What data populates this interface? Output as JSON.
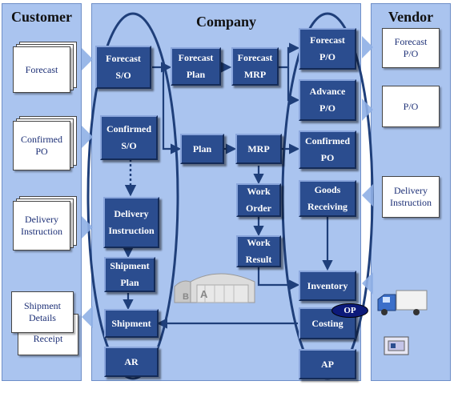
{
  "columns": {
    "customer": "Customer",
    "company": "Company",
    "vendor": "Vendor"
  },
  "customer_docs": {
    "forecast": "Forecast",
    "confirmed_po": "Confirmed\nPO",
    "delivery_instruction": "Delivery\nInstruction",
    "shipment_details": "Shipment\nDetails",
    "receipt": "Receipt"
  },
  "sales": {
    "forecast_so": "Forecast\nS/O",
    "confirmed_so": "Confirmed\nS/O",
    "delivery_instruction": "Delivery\nInstruction",
    "shipment_plan": "Shipment\nPlan",
    "shipment": "Shipment",
    "ar": "AR"
  },
  "planning": {
    "forecast_plan": "Forecast\nPlan",
    "forecast_mrp": "Forecast\nMRP",
    "plan": "Plan",
    "mrp": "MRP",
    "work_order": "Work\nOrder",
    "work_result": "Work\nResult"
  },
  "purchasing": {
    "forecast_po": "Forecast\nP/O",
    "advance_po": "Advance\nP/O",
    "confirmed_po": "Confirmed\nPO",
    "goods_receiving": "Goods\nReceiving",
    "inventory": "Inventory",
    "costing": "Costing",
    "ap": "AP",
    "op_badge": "OP"
  },
  "vendor_docs": {
    "forecast_po": "Forecast\nP/O",
    "po": "P/O",
    "delivery_instruction": "Delivery\nInstruction"
  },
  "warehouse_labels": [
    "B",
    "A"
  ],
  "colors": {
    "box": "#2b4d8f",
    "panel": "#aac4ef",
    "arrow": "#1f3f7a",
    "ellipse": "#1f3f7a"
  }
}
